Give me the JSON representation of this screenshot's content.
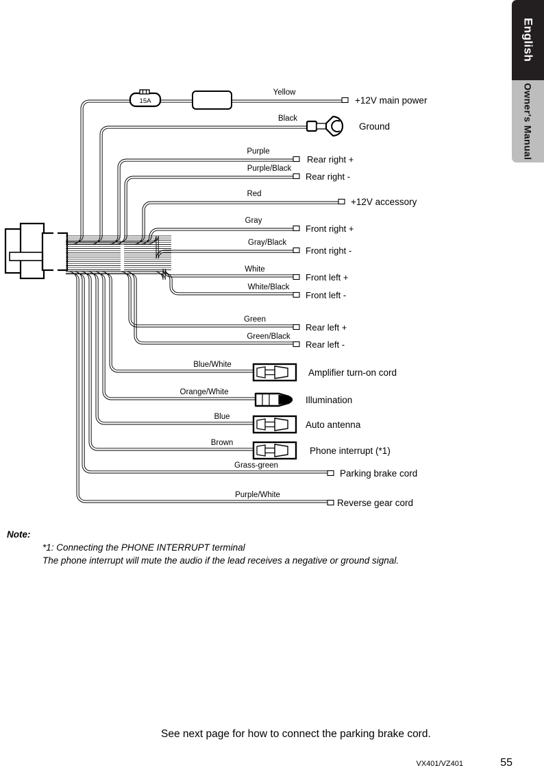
{
  "tabs": {
    "language": "English",
    "manual": "Owner's Manual"
  },
  "diagram": {
    "fuse_label": "15A",
    "rows": [
      {
        "wire": "Yellow",
        "func": "+12V main power",
        "end": "bar-long",
        "kind": "power"
      },
      {
        "wire": "Black",
        "func": "Ground",
        "end": "fork",
        "kind": "ground"
      },
      {
        "wire": "Purple",
        "func": "Rear right +",
        "end": "cap-single",
        "kind": "speaker"
      },
      {
        "wire": "Purple/Black",
        "func": "Rear right -",
        "end": "cap-double",
        "kind": "speaker"
      },
      {
        "wire": "Red",
        "func": "+12V accessory",
        "end": "bar-long",
        "kind": "power"
      },
      {
        "wire": "Gray",
        "func": "Front right +",
        "end": "cap-single",
        "kind": "speaker"
      },
      {
        "wire": "Gray/Black",
        "func": "Front right -",
        "end": "cap-double",
        "kind": "speaker"
      },
      {
        "wire": "White",
        "func": "Front left +",
        "end": "cap-single",
        "kind": "speaker"
      },
      {
        "wire": "White/Black",
        "func": "Front left -",
        "end": "cap-double",
        "kind": "speaker"
      },
      {
        "wire": "Green",
        "func": "Rear left +",
        "end": "cap-single",
        "kind": "speaker"
      },
      {
        "wire": "Green/Black",
        "func": "Rear left -",
        "end": "cap-double",
        "kind": "speaker"
      },
      {
        "wire": "Blue/White",
        "func": "Amplifier turn-on cord",
        "end": "connector",
        "kind": "terminal"
      },
      {
        "wire": "Orange/White",
        "func": "Illumination",
        "end": "bullet",
        "kind": "terminal"
      },
      {
        "wire": "Blue",
        "func": "Auto antenna",
        "end": "connector",
        "kind": "terminal"
      },
      {
        "wire": "Brown",
        "func": "Phone interrupt (*1)",
        "end": "connector",
        "kind": "terminal"
      },
      {
        "wire": "Grass-green",
        "func": "Parking brake cord",
        "end": "cap-single",
        "kind": "cord"
      },
      {
        "wire": "Purple/White",
        "func": "Reverse gear cord",
        "end": "cap-double",
        "kind": "cord"
      }
    ]
  },
  "note": {
    "heading": "Note:",
    "line1": "*1: Connecting the PHONE INTERRUPT terminal",
    "line2": "The phone interrupt will mute the audio if the lead receives a negative or ground signal."
  },
  "see_next_page": "See next page for how to connect the parking brake cord.",
  "footer": {
    "model": "VX401/VZ401",
    "page_number": "55"
  }
}
